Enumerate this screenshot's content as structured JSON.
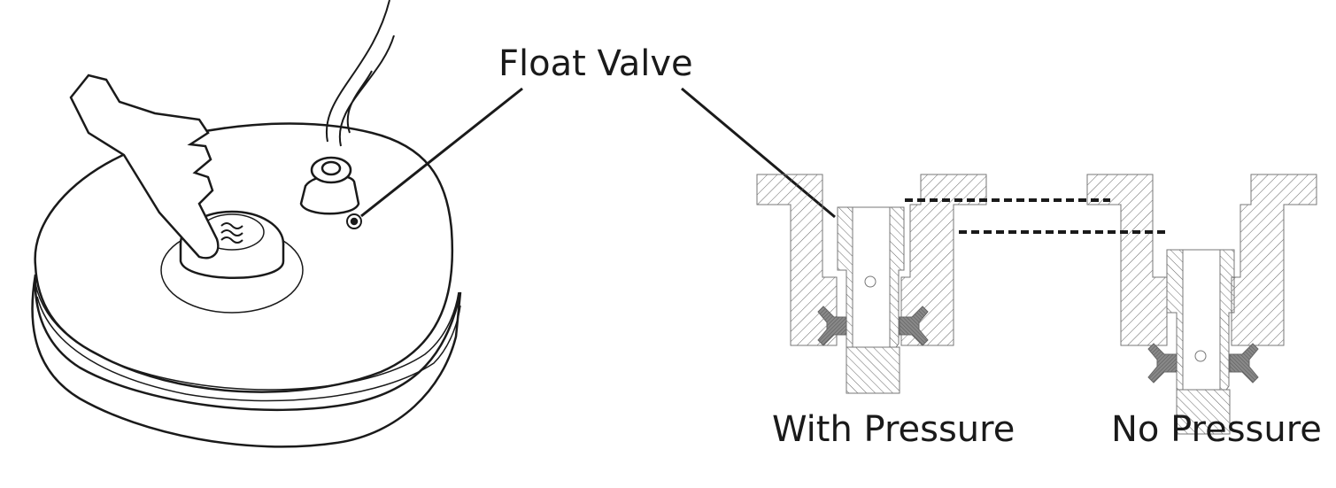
{
  "labels": {
    "float_valve": "Float Valve",
    "with_pressure": "With Pressure",
    "no_pressure": "No Pressure"
  },
  "colors": {
    "line": "#1a1a1a",
    "hatch": "#555555",
    "gasket": "#777777"
  }
}
